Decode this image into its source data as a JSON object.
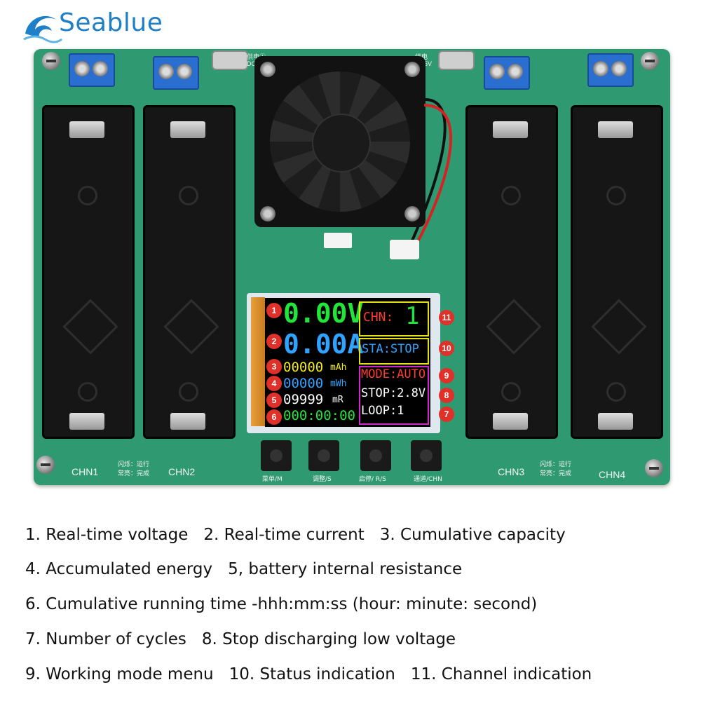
{
  "brand": "Seablue",
  "lcd": {
    "voltage": "0.00V",
    "current": "0.00A",
    "capacity_value": "00000",
    "capacity_unit": "mAh",
    "energy_value": "00000",
    "energy_unit": "mWh",
    "resistance_value": "09999",
    "resistance_unit": "mR",
    "time": "000:00:00",
    "channel_label": "CHN:",
    "channel_value": "1",
    "status": "STA:STOP",
    "mode": "MODE:AUTO",
    "stop": "STOP:2.8V",
    "loop": "LOOP:1"
  },
  "markers": [
    "1",
    "2",
    "3",
    "4",
    "5",
    "6",
    "7",
    "8",
    "9",
    "10",
    "11"
  ],
  "buttons": [
    "菜单/M",
    "调整/S",
    "启停/ R/S",
    "通道/CHN"
  ],
  "channels": [
    "CHN1",
    "CHN2",
    "CHN3",
    "CHN4"
  ],
  "silk": {
    "run": "闪烁：运行",
    "done": "常亮：完成",
    "power_left": "供电①",
    "power_right": "供电",
    "dc5v": "DC5V"
  },
  "captions": [
    [
      "1. Real-time voltage",
      "2. Real-time current",
      "3. Cumulative capacity"
    ],
    [
      "4. Accumulated energy",
      "5, battery internal resistance"
    ],
    [
      "6. Cumulative running time -hhh:mm:ss (hour: minute: second)"
    ],
    [
      "7. Number of cycles",
      "8. Stop discharging low voltage"
    ],
    [
      "9. Working mode menu",
      "10. Status indication",
      "11. Channel indication"
    ]
  ],
  "colors": {
    "pcb": "#2f9a72",
    "lcd_green": "#22e53a",
    "lcd_blue": "#2ea3ff",
    "lcd_yellow": "#f2ea19",
    "lcd_red": "#ff3a2a",
    "marker": "#e0302a"
  }
}
